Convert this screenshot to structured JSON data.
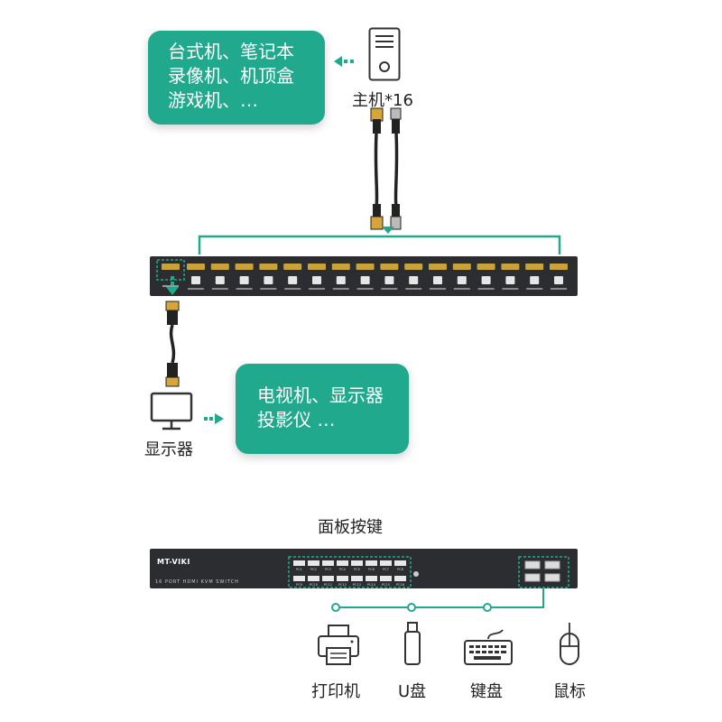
{
  "source_callout": {
    "lines": [
      "台式机、笔记本",
      "录像机、机顶盒",
      "游戏机、…"
    ]
  },
  "host": {
    "label": "主机*16"
  },
  "display_callout": {
    "lines": [
      "电视机、显示器",
      "投影仪   …"
    ]
  },
  "display": {
    "label": "显示器"
  },
  "front_panel": {
    "title": "面板按键",
    "brand": "MT-VIKI",
    "model": "16 PORT HDMI KVM SWITCH",
    "buttons_top": [
      "PC1",
      "PC2",
      "PC3",
      "PC4",
      "PC5",
      "PC6",
      "PC7",
      "PC8"
    ],
    "buttons_bottom": [
      "PC9",
      "PC10",
      "PC11",
      "PC12",
      "PC13",
      "PC14",
      "PC15",
      "PC16"
    ]
  },
  "peripherals": [
    {
      "label": "打印机",
      "icon": "printer-icon"
    },
    {
      "label": "U盘",
      "icon": "usb-drive-icon"
    },
    {
      "label": "键盘",
      "icon": "keyboard-icon"
    },
    {
      "label": "鼠标",
      "icon": "mouse-icon"
    }
  ],
  "colors": {
    "accent": "#21a98e",
    "device": "#2b2d31",
    "port": "#c9a23a"
  }
}
